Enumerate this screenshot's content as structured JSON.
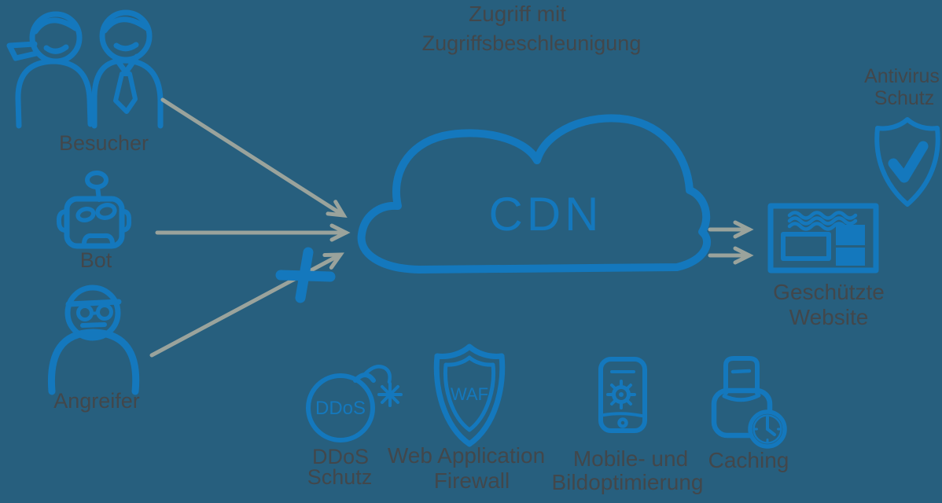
{
  "colors": {
    "background": "#275f7e",
    "icon_blue": "#1478bd",
    "arrow_gray": "#9aa39c",
    "label_dark": "#42474b"
  },
  "header": {
    "line1": "Zugriff mit",
    "line2": "Zugriffsbeschleunigung"
  },
  "sources": {
    "besucher": {
      "label": "Besucher"
    },
    "bot": {
      "label": "Bot"
    },
    "angreifer": {
      "label": "Angreifer"
    }
  },
  "cdn": {
    "label": "CDN"
  },
  "antivirus": {
    "line1": "Antivirus",
    "line2": "Schutz"
  },
  "website": {
    "line1": "Geschützte",
    "line2": "Website"
  },
  "features": {
    "ddos": {
      "badge": "DDoS",
      "line1": "DDoS",
      "line2": "Schutz"
    },
    "waf": {
      "badge": "WAF",
      "line1": "Web Application",
      "line2": "Firewall"
    },
    "mobile": {
      "line1": "Mobile- und",
      "line2": "Bildoptimierung"
    },
    "caching": {
      "line1": "Caching"
    }
  }
}
